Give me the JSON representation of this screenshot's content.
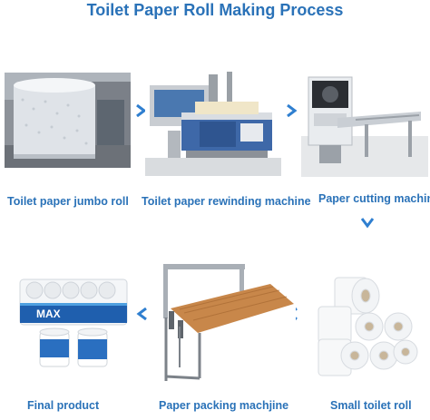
{
  "title": "Toilet Paper Roll Making Process",
  "steps": [
    {
      "label": "Toilet paper jumbo roll"
    },
    {
      "label": "Toilet paper rewinding machine"
    },
    {
      "label": "Paper cutting machine"
    },
    {
      "label": "Small toilet roll"
    },
    {
      "label": "Paper packing machjine"
    },
    {
      "label": "Final product"
    }
  ],
  "product": {
    "brand": "MAX"
  },
  "colors": {
    "accent": "#2a72b8",
    "arrow": "#2f7fd0"
  }
}
